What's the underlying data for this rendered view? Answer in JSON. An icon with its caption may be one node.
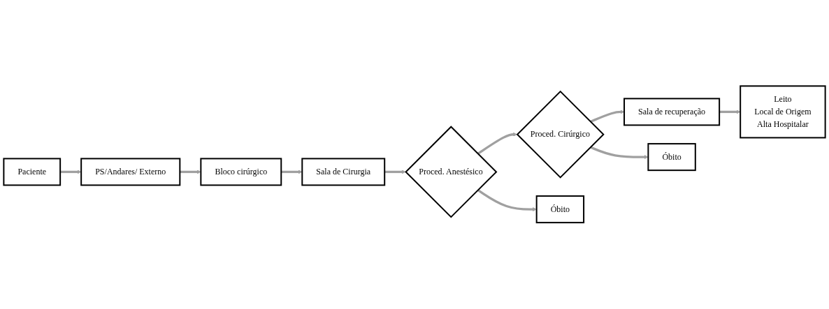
{
  "diagram": {
    "nodes": [
      {
        "text": [
          "Paciente"
        ]
      },
      {
        "text": [
          "PS/Andares/ Externo"
        ]
      },
      {
        "text": [
          "Bloco cirúrgico"
        ]
      },
      {
        "text": [
          "Sala de Cirurgia"
        ]
      },
      {
        "text": [
          "Proced. Anestésico"
        ]
      },
      {
        "text": [
          "Proced. Cirúrgico"
        ]
      },
      {
        "text": [
          "Sala de recuperação"
        ]
      },
      {
        "text": [
          "Leito",
          "Local de Origem",
          "Alta Hospitalar"
        ]
      },
      {
        "text": [
          "Óbito"
        ]
      },
      {
        "text": [
          "Óbito"
        ]
      }
    ],
    "edges": [
      {
        "from": 0,
        "to": 1,
        "arrow": "to"
      },
      {
        "from": 1,
        "to": 2,
        "arrow": "to"
      },
      {
        "from": 2,
        "to": 3,
        "arrow": "to"
      },
      {
        "from": 3,
        "to": 4,
        "arrow": "to"
      },
      {
        "from": 4,
        "to": 5,
        "arrow": "to"
      },
      {
        "from": 5,
        "to": 6,
        "arrow": "to"
      },
      {
        "from": 6,
        "to": 7,
        "arrow": "to"
      },
      {
        "from": 5,
        "to": 8,
        "arrow": "to"
      },
      {
        "from": 4,
        "to": 9,
        "arrow": "to"
      }
    ]
  }
}
